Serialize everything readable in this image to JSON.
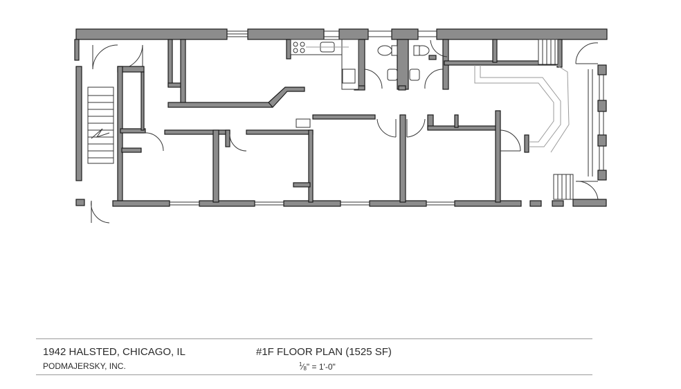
{
  "title_block": {
    "address": "1942 HALSTED, CHICAGO, IL",
    "firm": "PODMAJERSKY, INC.",
    "plan_title": "#1F FLOOR PLAN (1525 SF)",
    "scale": {
      "numerator": "1",
      "denominator": "8",
      "rest": "\" = 1'-0\""
    }
  },
  "colors": {
    "wall_fill": "#8c8c8c",
    "wall_stroke": "#1a1a1a",
    "line": "#333333",
    "light_line": "#9a9a9a",
    "rule": "#9a9a9a"
  }
}
